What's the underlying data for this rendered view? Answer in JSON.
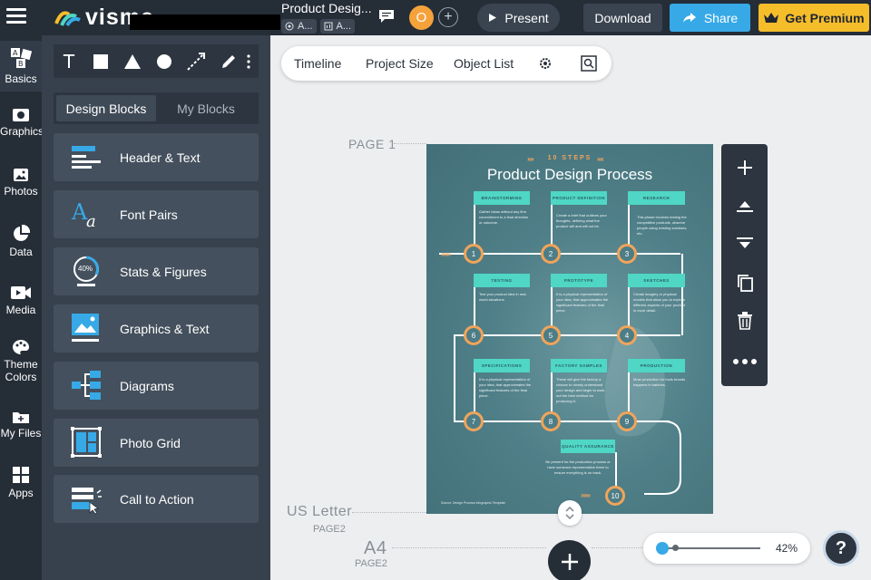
{
  "header": {
    "logo_text": "visme",
    "doc_title": "Product Desig...",
    "meta_chip_1": "A...",
    "meta_chip_2": "A...",
    "avatar_initial": "O",
    "present_label": "Present",
    "download_label": "Download",
    "share_label": "Share",
    "premium_label": "Get Premium"
  },
  "rail": {
    "items": [
      {
        "label": "Basics",
        "icon": "blocks-icon"
      },
      {
        "label": "Graphics",
        "icon": "graphics-icon"
      },
      {
        "label": "Photos",
        "icon": "photo-icon"
      },
      {
        "label": "Data",
        "icon": "pie-chart-icon"
      },
      {
        "label": "Media",
        "icon": "video-icon"
      },
      {
        "label": "Theme Colors",
        "icon": "palette-icon"
      },
      {
        "label": "My Files",
        "icon": "folder-icon"
      },
      {
        "label": "Apps",
        "icon": "apps-icon"
      }
    ]
  },
  "panel": {
    "text_tool": "T",
    "tabs": [
      "Design Blocks",
      "My Blocks"
    ],
    "blocks": [
      {
        "label": "Header & Text"
      },
      {
        "label": "Font Pairs"
      },
      {
        "label": "Stats & Figures"
      },
      {
        "label": "Graphics & Text"
      },
      {
        "label": "Diagrams"
      },
      {
        "label": "Photo Grid"
      },
      {
        "label": "Call to Action"
      }
    ],
    "stats_percent": "40%"
  },
  "canvas_toolbar": {
    "timeline": "Timeline",
    "project_size": "Project Size",
    "object_list": "Object List"
  },
  "canvas": {
    "page1_label": "PAGE 1",
    "us_letter_label": "US Letter",
    "us_letter_sub": "PAGE2",
    "a4_label": "A4",
    "a4_sub": "PAGE2"
  },
  "design": {
    "steps_title": "10 STEPS",
    "main_title": "Product Design Process",
    "steps": [
      {
        "num": "1",
        "title": "BRAINSTORMING",
        "text": "Gather ideas without any firm commitment to a final direction or outcome."
      },
      {
        "num": "2",
        "title": "PRODUCT DEFINITION",
        "text": "Create a brief that outlines your thoughts, defining what the product will and will not be."
      },
      {
        "num": "3",
        "title": "RESEARCH",
        "text": "This phase involves testing the competitive products, observe people using existing solutions, etc."
      },
      {
        "num": "4",
        "title": "SKETCHES",
        "text": "Create imagery or physical models that allow you to explore different aspects of your product in more detail."
      },
      {
        "num": "5",
        "title": "PROTOTYPE",
        "text": "It is a physical representation of your idea, that approximates the significant features of the final piece."
      },
      {
        "num": "6",
        "title": "TESTING",
        "text": "Test your product idea in real-world situations."
      },
      {
        "num": "7",
        "title": "SPECIFICATIONS",
        "text": "It is a physical representation of your idea, that approximates the significant features of the final piece."
      },
      {
        "num": "8",
        "title": "FACTORY SAMPLES",
        "text": "These will give the factory a chance to clearly understand your design and begin to work out the best method for producing it."
      },
      {
        "num": "9",
        "title": "PRODUCTION",
        "text": "Most production for tools brands happens in batches."
      },
      {
        "num": "10",
        "title": "QUALITY ASSURANCE",
        "text": "Be present for the production process or have someone representative there to ensure everything is on track."
      }
    ],
    "footer": "Source: Design Process Infographic Template"
  },
  "zoom": {
    "value": "42%",
    "level": 0.05
  },
  "help_label": "?",
  "colors": {
    "topbar": "#252d37",
    "share": "#37a9e6",
    "premium": "#f6bd2b",
    "accent_orange": "#f0a45a",
    "teal": "#4fd6c4"
  }
}
